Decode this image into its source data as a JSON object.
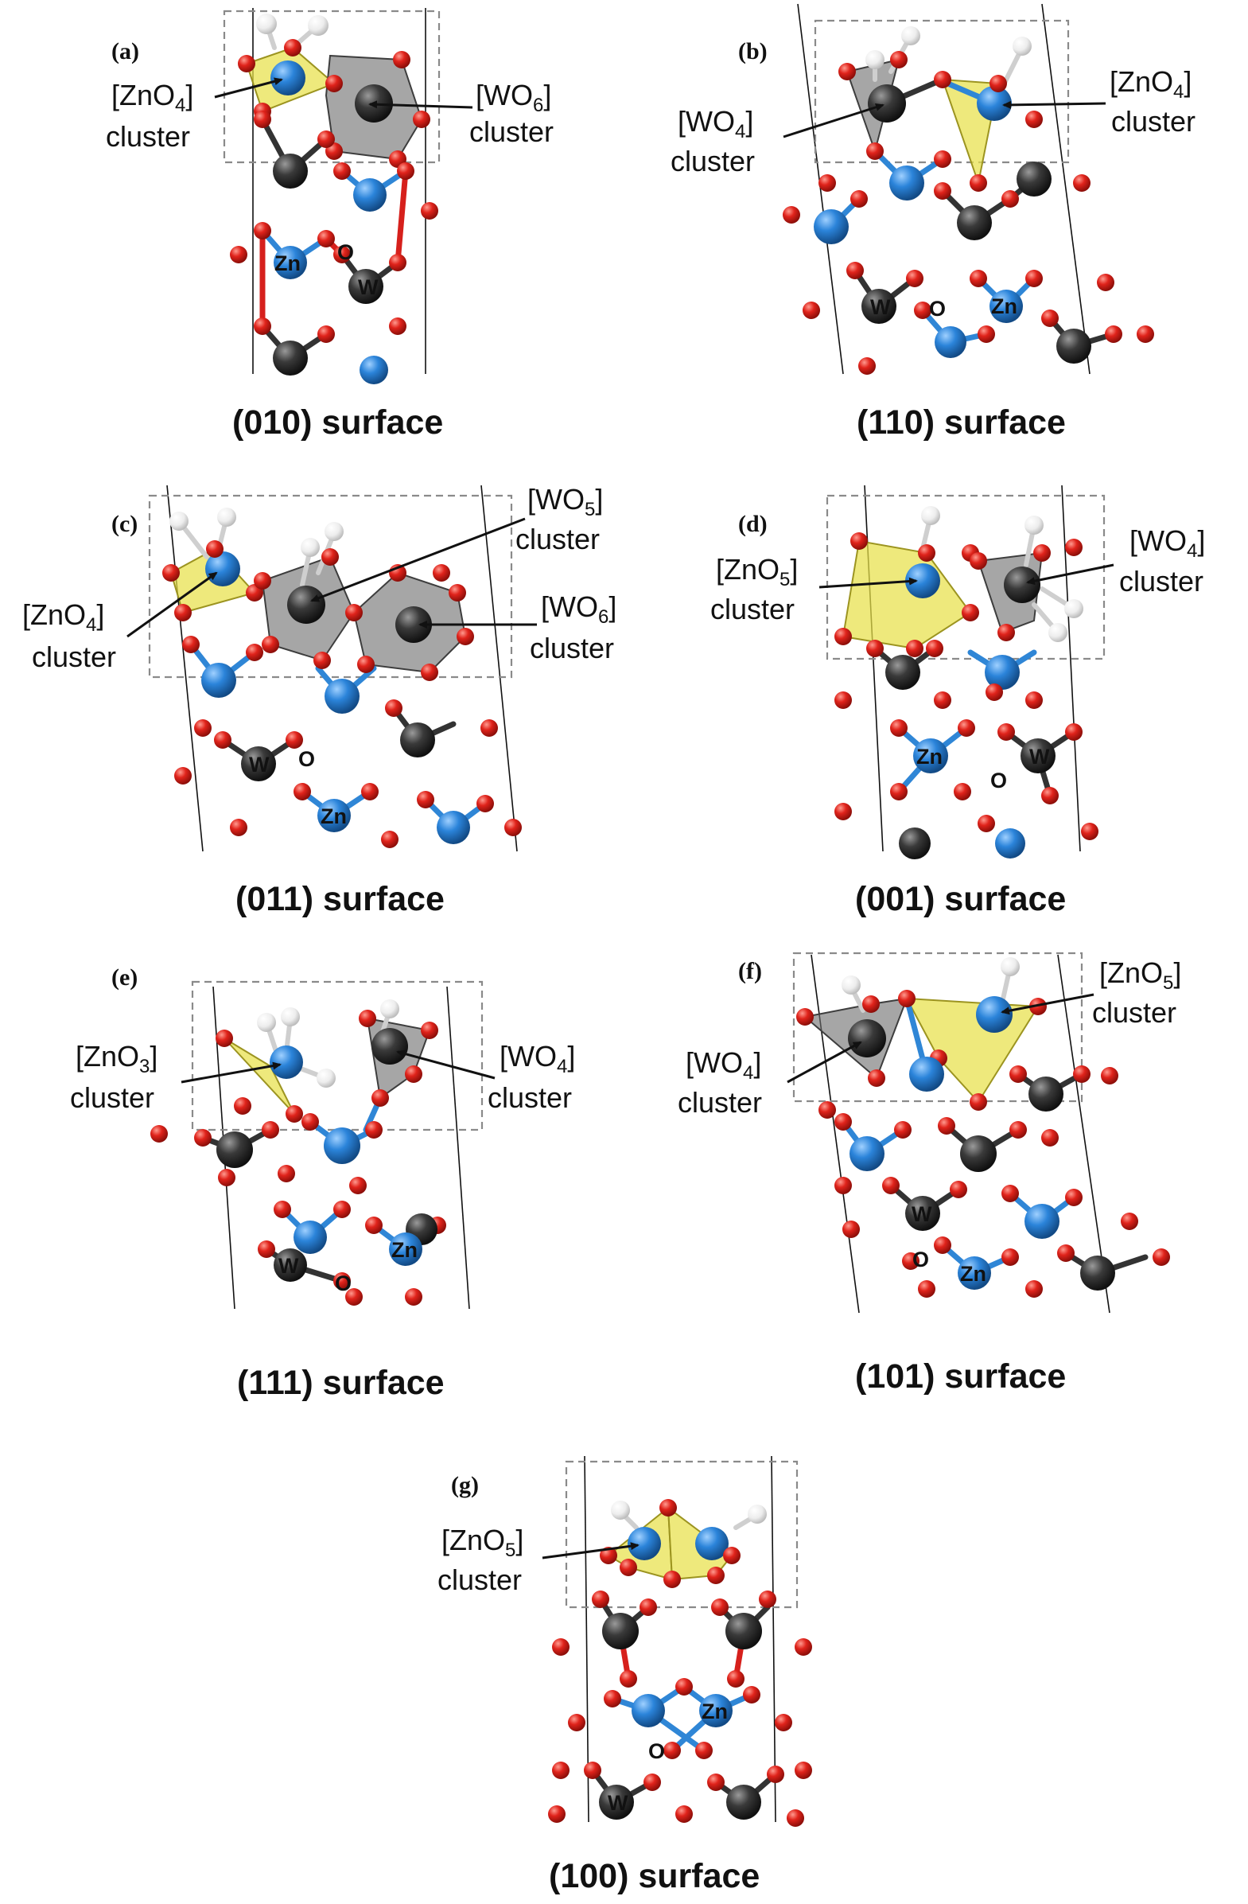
{
  "colors": {
    "oxygen": "#e0231b",
    "zinc": "#2b84da",
    "tungsten": "#3a3a3a",
    "hydrogen": "#f2f2f2",
    "zn_polyhedron": "#e8e14a",
    "w_polyhedron": "#6f6f6f"
  },
  "panels": [
    {
      "letter": "(a)",
      "caption": "(010) surface",
      "callouts": [
        {
          "formula": "[ZnO",
          "sub": "4",
          "close": "]",
          "word": "cluster"
        },
        {
          "formula": "[WO",
          "sub": "6",
          "close": "]",
          "word": "cluster"
        }
      ],
      "elements": {
        "zn": "Zn",
        "o": "O",
        "w": "W"
      }
    },
    {
      "letter": "(b)",
      "caption": "(110) surface",
      "callouts": [
        {
          "formula": "[WO",
          "sub": "4",
          "close": "]",
          "word": "cluster"
        },
        {
          "formula": "[ZnO",
          "sub": "4",
          "close": "]",
          "word": "cluster"
        }
      ],
      "elements": {
        "zn": "Zn",
        "o": "O",
        "w": "W"
      }
    },
    {
      "letter": "(c)",
      "caption": "(011) surface",
      "callouts": [
        {
          "formula": "[ZnO",
          "sub": "4",
          "close": "]",
          "word": "cluster"
        },
        {
          "formula": "[WO",
          "sub": "5",
          "close": "]",
          "word": "cluster"
        },
        {
          "formula": "[WO",
          "sub": "6",
          "close": "]",
          "word": "cluster"
        }
      ],
      "elements": {
        "zn": "Zn",
        "o": "O",
        "w": "W"
      }
    },
    {
      "letter": "(d)",
      "caption": "(001) surface",
      "callouts": [
        {
          "formula": "[ZnO",
          "sub": "5",
          "close": "]",
          "word": "cluster"
        },
        {
          "formula": "[WO",
          "sub": "4",
          "close": "]",
          "word": "cluster"
        }
      ],
      "elements": {
        "zn": "Zn",
        "o": "O",
        "w": "W"
      }
    },
    {
      "letter": "(e)",
      "caption": "(111) surface",
      "callouts": [
        {
          "formula": "[ZnO",
          "sub": "3",
          "close": "]",
          "word": "cluster"
        },
        {
          "formula": "[WO",
          "sub": "4",
          "close": "]",
          "word": "cluster"
        }
      ],
      "elements": {
        "zn": "Zn",
        "o": "O",
        "w": "W"
      }
    },
    {
      "letter": "(f)",
      "caption": "(101) surface",
      "callouts": [
        {
          "formula": "[ZnO",
          "sub": "5",
          "close": "]",
          "word": "cluster"
        },
        {
          "formula": "[WO",
          "sub": "4",
          "close": "]",
          "word": "cluster"
        }
      ],
      "elements": {
        "zn": "Zn",
        "o": "O",
        "w": "W"
      }
    },
    {
      "letter": "(g)",
      "caption": "(100) surface",
      "callouts": [
        {
          "formula": "[ZnO",
          "sub": "5",
          "close": "]",
          "word": "cluster"
        }
      ],
      "elements": {
        "zn": "Zn",
        "o": "O",
        "w": "W"
      }
    }
  ]
}
